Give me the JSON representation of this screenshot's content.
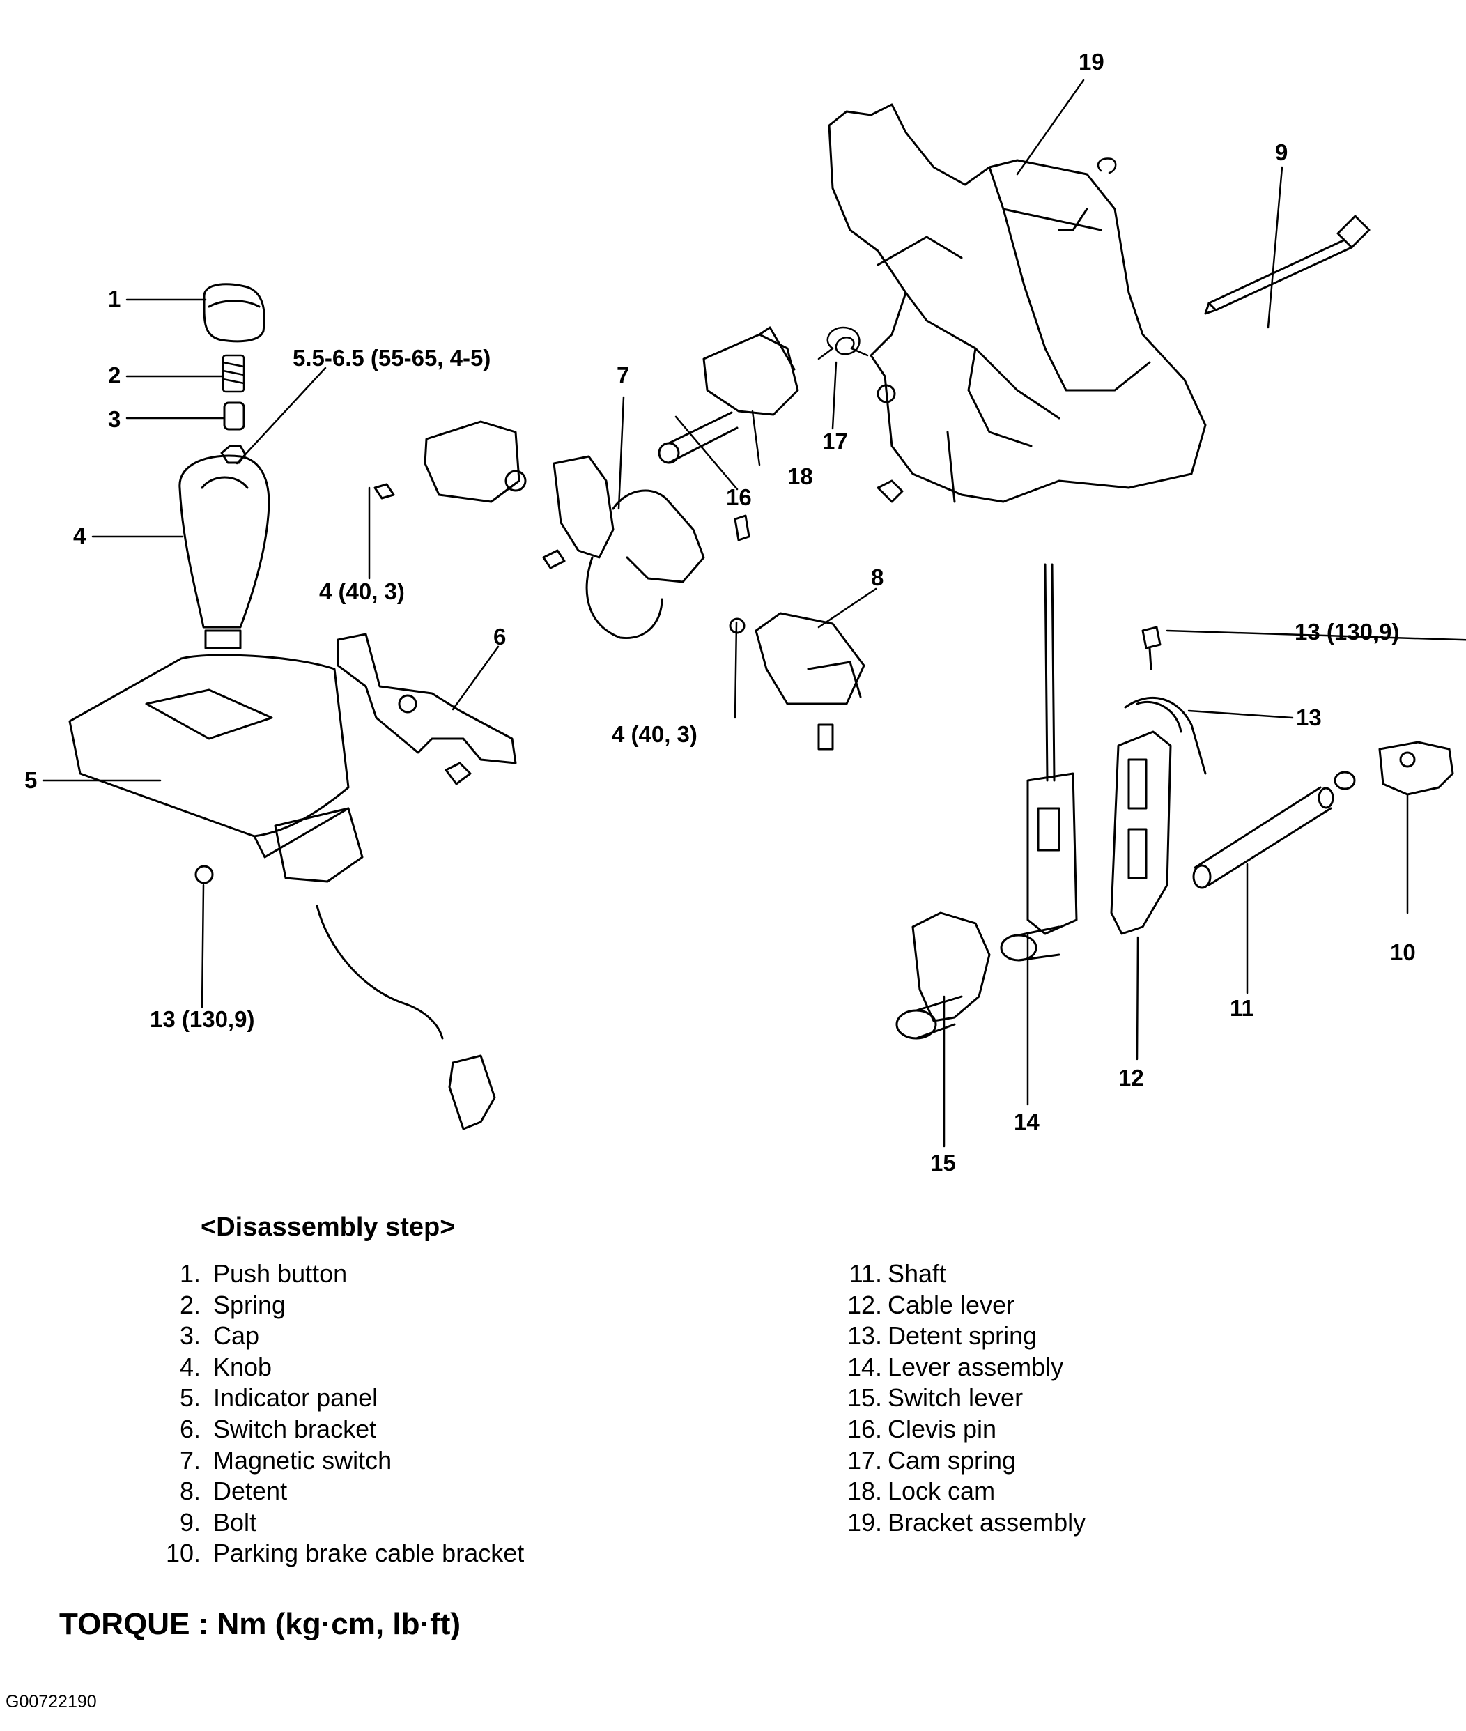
{
  "callouts": {
    "c1": "1",
    "c2": "2",
    "c3": "3",
    "c4": "4",
    "c5": "5",
    "c6": "6",
    "c7": "7",
    "c8": "8",
    "c9": "9",
    "c10": "10",
    "c11": "11",
    "c12": "12",
    "c13": "13",
    "c14": "14",
    "c15": "15",
    "c16": "16",
    "c17": "17",
    "c18": "18",
    "c19": "19",
    "torque_cap_nut": "5.5-6.5 (55-65, 4-5)",
    "torque_switch_bolt": "4 (40, 3)",
    "torque_detent_bolt": "4 (40, 3)",
    "torque_panel_bolt": "13 (130,9)",
    "torque_spring_bolt": "13 (130,9)"
  },
  "disassembly": {
    "title": "<Disassembly step>",
    "left_items": [
      {
        "num": "1.",
        "label": "Push button"
      },
      {
        "num": "2.",
        "label": "Spring"
      },
      {
        "num": "3.",
        "label": "Cap"
      },
      {
        "num": "4.",
        "label": "Knob"
      },
      {
        "num": "5.",
        "label": "Indicator panel"
      },
      {
        "num": "6.",
        "label": "Switch bracket"
      },
      {
        "num": "7.",
        "label": "Magnetic switch"
      },
      {
        "num": "8.",
        "label": "Detent"
      },
      {
        "num": "9.",
        "label": "Bolt"
      },
      {
        "num": "10.",
        "label": "Parking brake cable bracket"
      }
    ],
    "right_items": [
      {
        "num": "11.",
        "label": "Shaft"
      },
      {
        "num": "12.",
        "label": "Cable lever"
      },
      {
        "num": "13.",
        "label": "Detent spring"
      },
      {
        "num": "14.",
        "label": "Lever assembly"
      },
      {
        "num": "15.",
        "label": "Switch lever"
      },
      {
        "num": "16.",
        "label": "Clevis pin"
      },
      {
        "num": "17.",
        "label": "Cam spring"
      },
      {
        "num": "18.",
        "label": "Lock cam"
      },
      {
        "num": "19.",
        "label": "Bracket assembly"
      }
    ]
  },
  "torque_note": "TORQUE : Nm (kg·cm, lb·ft)",
  "figure_id": "G00722190"
}
